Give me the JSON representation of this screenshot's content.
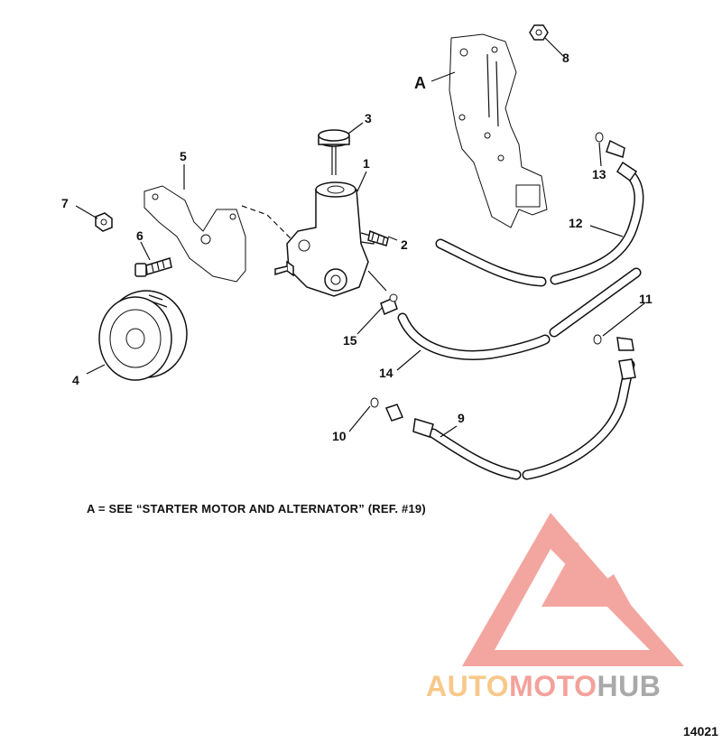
{
  "callouts": {
    "c1": "1",
    "c2": "2",
    "c3": "3",
    "c4": "4",
    "c5": "5",
    "c6": "6",
    "c7": "7",
    "c8": "8",
    "c9": "9",
    "c10": "10",
    "c11": "11",
    "c12": "12",
    "c13": "13",
    "c14": "14",
    "c15": "15",
    "cA": "A"
  },
  "note": "A = SEE “STARTER MOTOR AND ALTERNATOR” (REF. #19)",
  "figure_number": "14021",
  "watermark": {
    "part1": "AUTO",
    "part2": "MOTO",
    "part3": "HUB",
    "color_logo": "#f3a29b",
    "color_auto": "#f8c88a",
    "color_moto": "#f3a29b",
    "color_hub": "#a9a9a9"
  }
}
